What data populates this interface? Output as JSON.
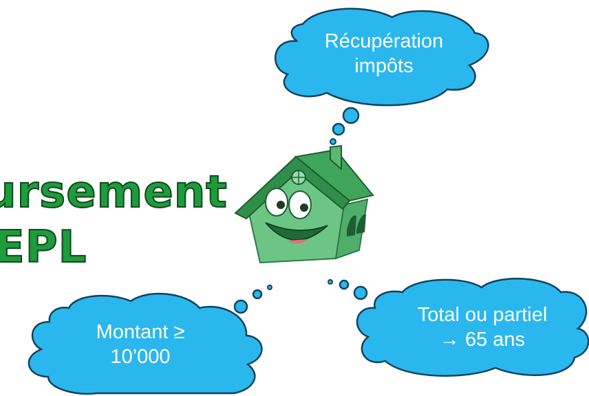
{
  "title": {
    "line1": "ursement",
    "line2": "EPL"
  },
  "bubbles": [
    {
      "line1": "Récupération",
      "line2": "impôts"
    },
    {
      "line1": "Montant ≥",
      "line2": "10’000"
    },
    {
      "line1": "Total ou partiel",
      "line2": "→ 65 ans"
    }
  ],
  "colors": {
    "bubble_fill": "#2ab7ee",
    "bubble_stroke": "#12425c",
    "title_fill": "#1f9a3c",
    "title_outline": "#0c4a1a",
    "house_green": "#3fa55a"
  },
  "icons": {
    "house": "smiling-house-icon"
  }
}
